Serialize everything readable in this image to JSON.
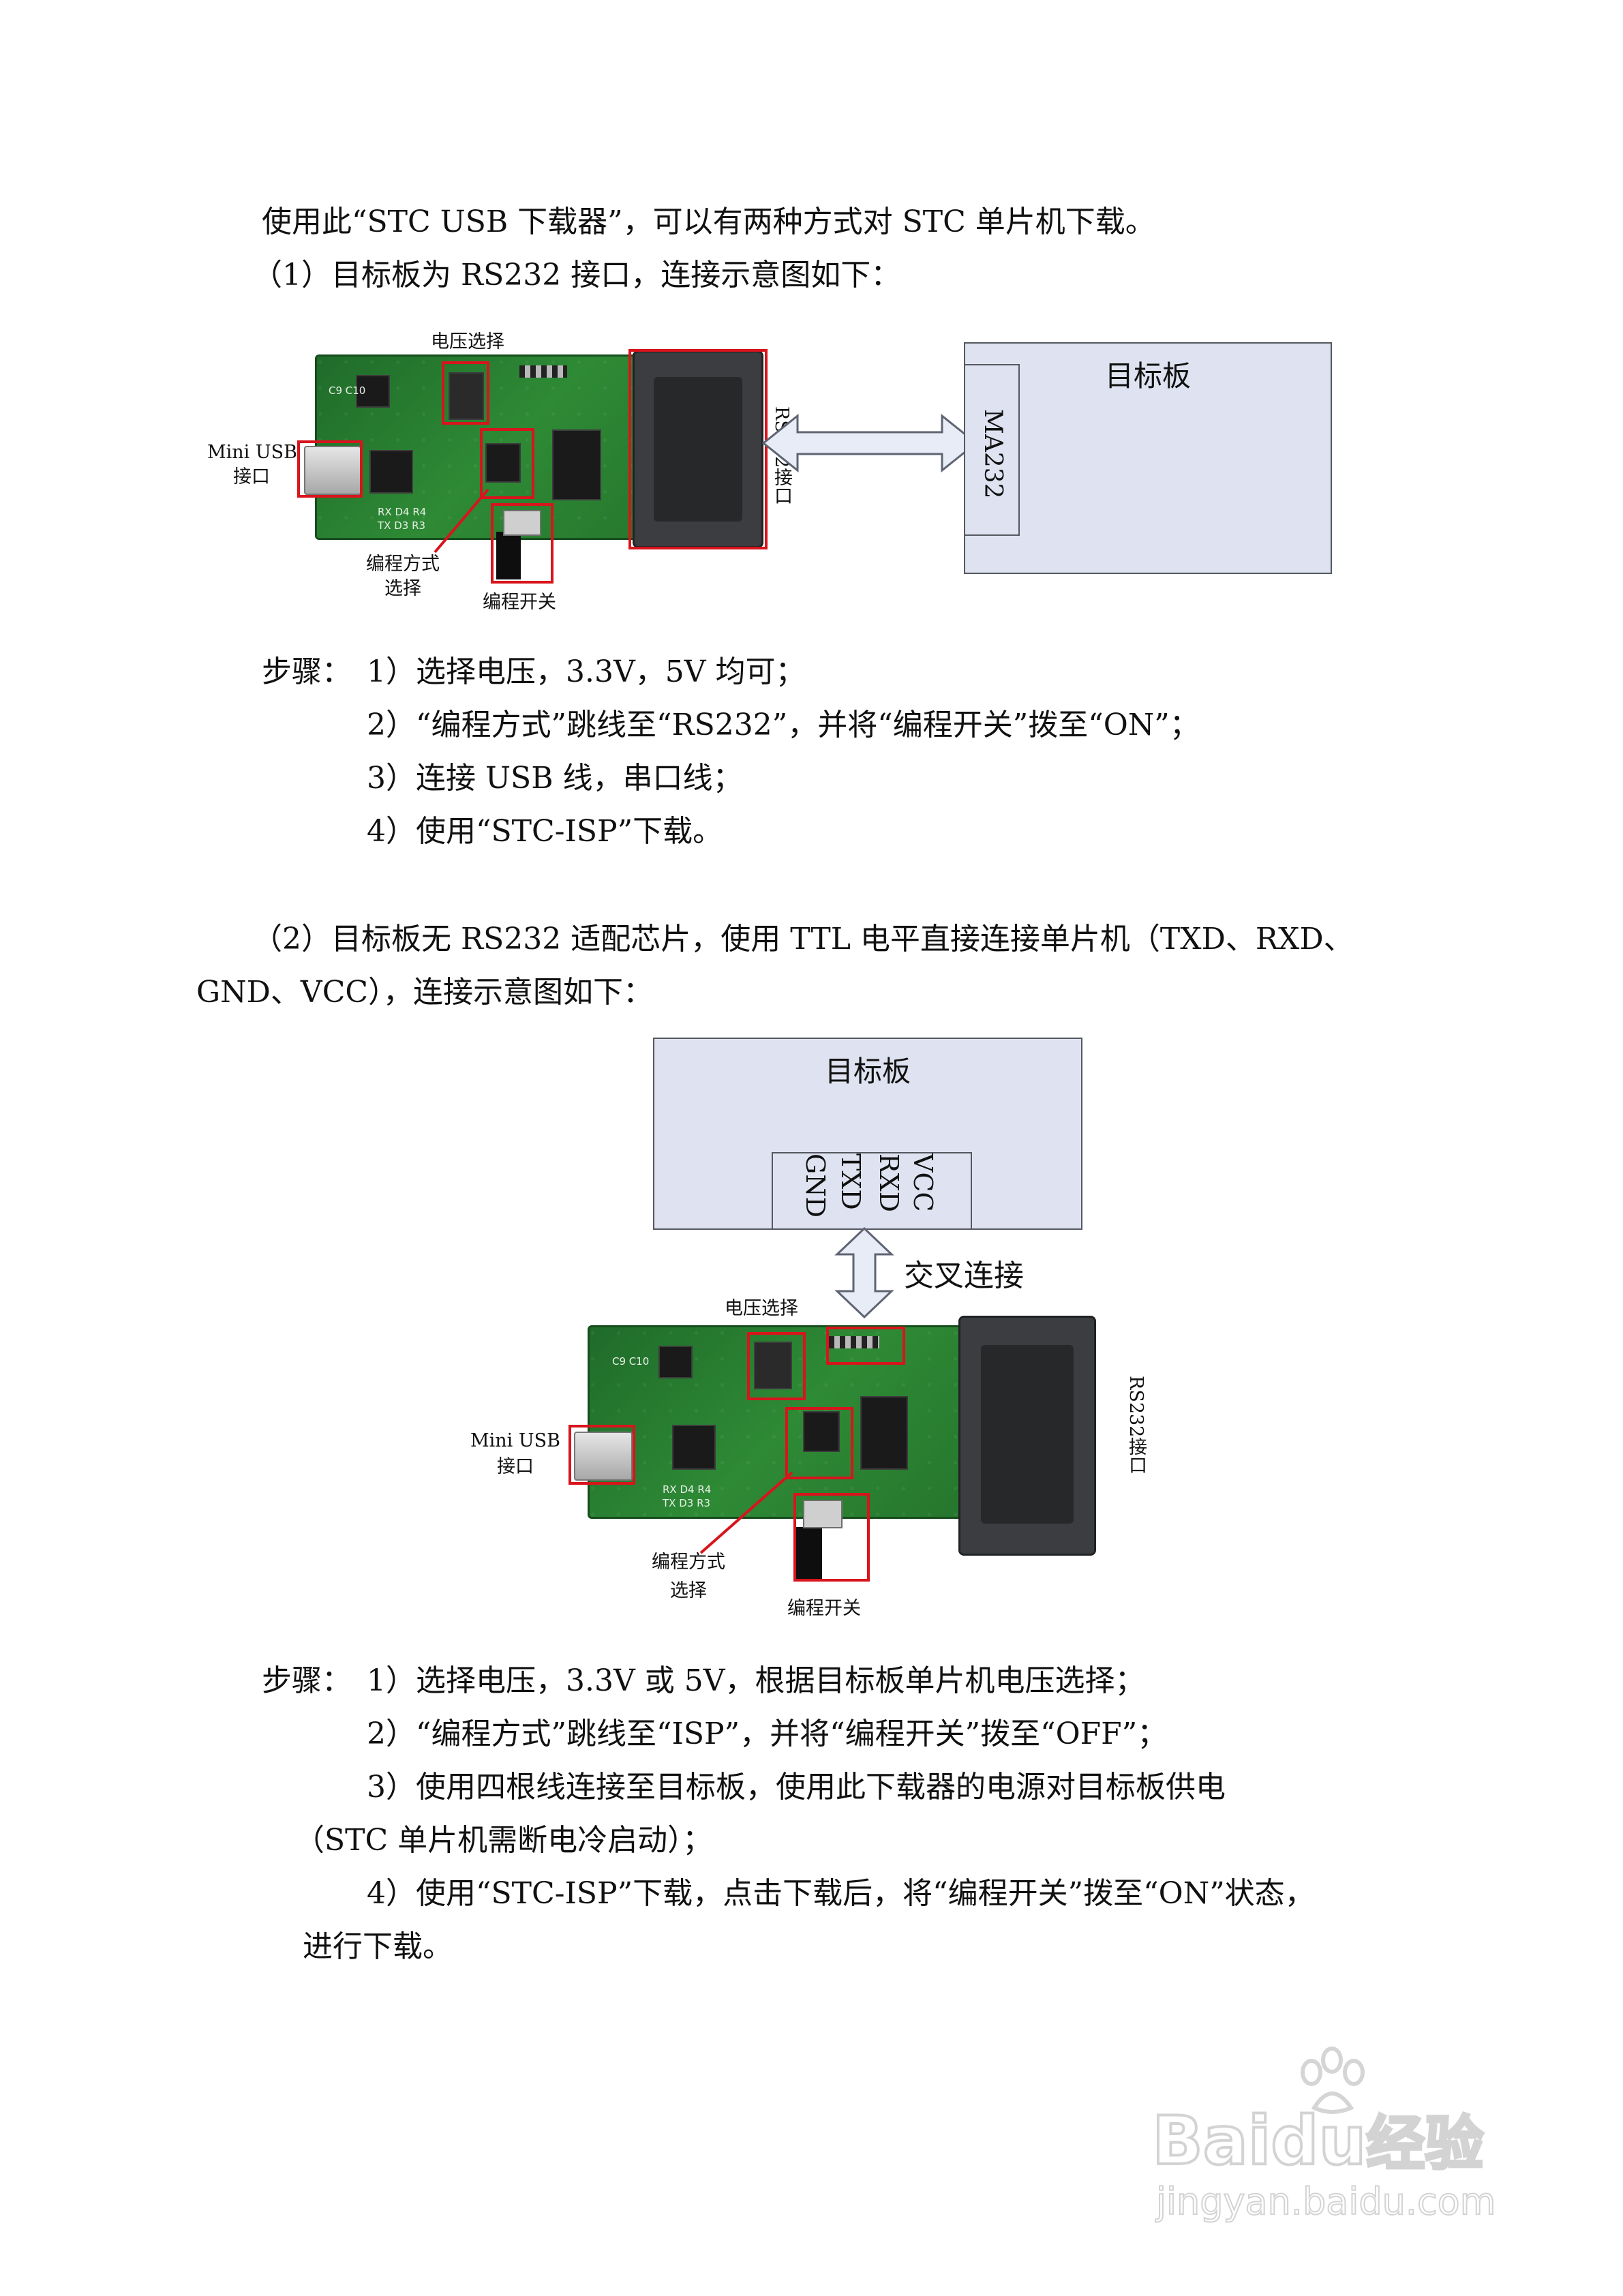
{
  "intro": "使用此“STC USB 下载器”，可以有两种方式对 STC 单片机下载。",
  "section1": {
    "heading": "（1）目标板为 RS232 接口，连接示意图如下：",
    "diagram": {
      "label_voltage": "电压选择",
      "label_usb_line1": "Mini USB",
      "label_usb_line2": "接口",
      "label_mode_line1": "编程方式",
      "label_mode_line2": "选择",
      "label_switch": "编程开关",
      "label_rs232": "RS232接口",
      "target_title": "目标板",
      "target_chip": "MA232"
    },
    "steps_prefix": "步骤：",
    "steps": [
      "1）选择电压，3.3V，5V 均可；",
      "2）“编程方式”跳线至“RS232”，并将“编程开关”拨至“ON”；",
      "3）连接 USB 线，串口线；",
      "4）使用“STC-ISP”下载。"
    ]
  },
  "section2": {
    "heading_line1": "（2）目标板无 RS232 适配芯片，使用 TTL 电平直接连接单片机（TXD、RXD、",
    "heading_line2": "GND、VCC），连接示意图如下：",
    "diagram": {
      "target_title": "目标板",
      "pins": [
        "VCC",
        "RXD",
        "TXD",
        "GND"
      ],
      "cross_label": "交叉连接",
      "label_voltage": "电压选择",
      "label_usb_line1": "Mini USB",
      "label_usb_line2": "接口",
      "label_rs232": "RS232接口",
      "label_mode_line1": "编程方式",
      "label_mode_line2": "选择",
      "label_switch": "编程开关"
    },
    "steps_prefix": "步骤：",
    "steps": [
      "1）选择电压，3.3V 或 5V，根据目标板单片机电压选择；",
      "2）“编程方式”跳线至“ISP”，并将“编程开关”拨至“OFF”；",
      "3）使用四根线连接至目标板，使用此下载器的电源对目标板供电",
      "（STC 单片机需断电冷启动）；",
      "4）使用“STC-ISP”下载，点击下载后，将“编程开关”拨至“ON”状态，",
      "进行下载。"
    ]
  },
  "watermark": {
    "brand_prefix": "Bai",
    "brand_suffix": "du",
    "brand_cn": "经验",
    "url": "jingyan.baidu.com"
  }
}
